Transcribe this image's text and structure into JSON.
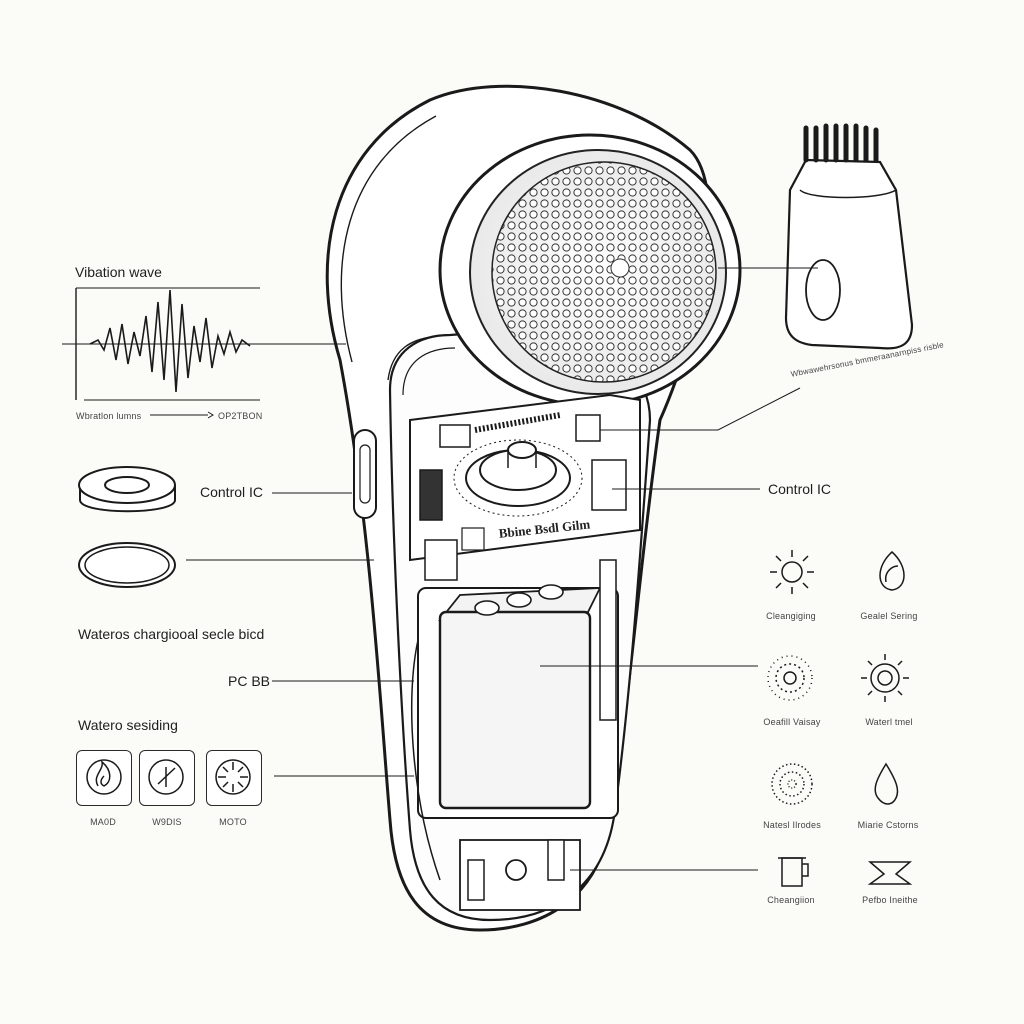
{
  "labels": {
    "vibration_wave": "Vibation wave",
    "wave_axis_left": "Wbratlon lumns",
    "wave_axis_right": "OP2TBON",
    "control_ic_left": "Control IC",
    "control_ic_right": "Control IC",
    "waterproof_seal": "Wateros chargiooal secle bicd",
    "pcb": "PC BB",
    "water_sealing": "Watero sesiding",
    "brush_head_note": "Wbwawehrsonus bmmeraanarnpiss risble",
    "pcb_print": "Bbine Bsdl Gilm"
  },
  "left_icons": [
    {
      "label": "MA0D",
      "icon": "flame-icon"
    },
    {
      "label": "W9DIS",
      "icon": "clock-icon"
    },
    {
      "label": "MOTO",
      "icon": "burst-icon"
    }
  ],
  "feature_icons": [
    {
      "label": "Cleangiging",
      "icon": "sun-icon"
    },
    {
      "label": "Gealel Sering",
      "icon": "leaf-drop-icon"
    },
    {
      "label": "Oeafill Vaisay",
      "icon": "dotted-burst-icon"
    },
    {
      "label": "Waterl tmel",
      "icon": "radiant-ring-icon"
    },
    {
      "label": "Natesl Ilrodes",
      "icon": "dotted-circle-icon"
    },
    {
      "label": "Miarie Cstorns",
      "icon": "water-drop-icon"
    },
    {
      "label": "Cheangiion",
      "icon": "cup-icon"
    },
    {
      "label": "Pefbo Ineithe",
      "icon": "stand-icon"
    }
  ]
}
